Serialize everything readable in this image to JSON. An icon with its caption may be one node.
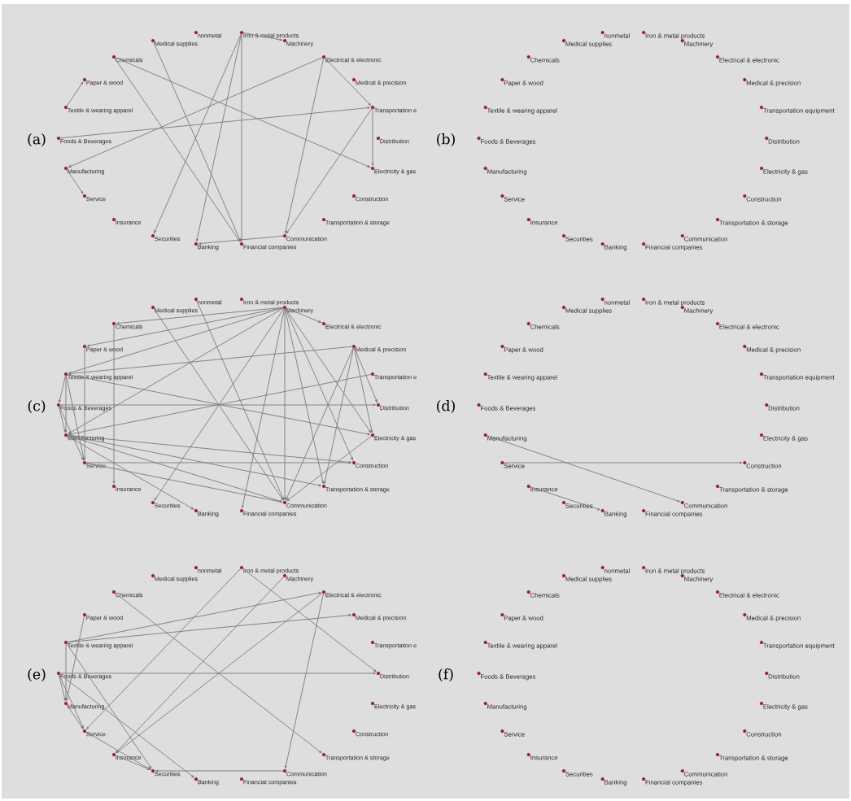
{
  "diagram": {
    "nodes": [
      {
        "text": [
          "Medical supplies"
        ]
      },
      {
        "text": [
          "nonmetal"
        ]
      },
      {
        "text": [
          "Iron & metal products"
        ]
      },
      {
        "text": [
          "Machinery"
        ]
      },
      {
        "text": [
          "Electrical & electronic"
        ]
      },
      {
        "text": [
          "Medical & precision"
        ]
      },
      {
        "text": [
          "Transportation e"
        ]
      },
      {
        "text": [
          "Distribution"
        ]
      },
      {
        "text": [
          "Electricity & gas"
        ]
      },
      {
        "text": [
          "Construction"
        ]
      },
      {
        "text": [
          "Transportation & storage"
        ]
      },
      {
        "text": [
          "Communication"
        ]
      },
      {
        "text": [
          "Financial companies"
        ]
      },
      {
        "text": [
          "Banking"
        ]
      },
      {
        "text": [
          "Securities"
        ]
      },
      {
        "text": [
          "Insurance"
        ]
      },
      {
        "text": [
          "Service"
        ]
      },
      {
        "text": [
          "Manufacturing"
        ]
      },
      {
        "text": [
          "Foods & Beverages"
        ]
      },
      {
        "text": [
          "Textile & wearing apparel"
        ]
      },
      {
        "text": [
          "Paper & wood"
        ]
      },
      {
        "text": [
          "Chemicals"
        ]
      },
      {
        "text": [
          "Medical supplies"
        ]
      },
      {
        "text": [
          "nonmetal"
        ]
      },
      {
        "text": [
          "Iron & metal products"
        ]
      },
      {
        "text": [
          "Machinery"
        ]
      },
      {
        "text": [
          "Electrical & electronic"
        ]
      },
      {
        "text": [
          "Medical & precision"
        ]
      },
      {
        "text": [
          "Transportation equipment"
        ]
      },
      {
        "text": [
          "Distribution"
        ]
      },
      {
        "text": [
          "Electricity & gas"
        ]
      },
      {
        "text": [
          "Construction"
        ]
      },
      {
        "text": [
          "Transportation & storage"
        ]
      },
      {
        "text": [
          "Communication"
        ]
      },
      {
        "text": [
          "Financial companies"
        ]
      },
      {
        "text": [
          "Banking"
        ]
      },
      {
        "text": [
          "Securities"
        ]
      },
      {
        "text": [
          "Insurance"
        ]
      },
      {
        "text": [
          "Service"
        ]
      },
      {
        "text": [
          "Manufacturing"
        ]
      },
      {
        "text": [
          "Foods & Beverages"
        ]
      },
      {
        "text": [
          "Textile & wearing apparel"
        ]
      },
      {
        "text": [
          "Paper & wood"
        ]
      },
      {
        "text": [
          "Chemicals"
        ]
      },
      {
        "text": [
          "Medical supplies"
        ]
      },
      {
        "text": [
          "nonmetal"
        ]
      },
      {
        "text": [
          "Iron & metal products"
        ]
      },
      {
        "text": [
          "Machinery"
        ]
      },
      {
        "text": [
          "Electrical & electronic"
        ]
      },
      {
        "text": [
          "Medical & precision"
        ]
      },
      {
        "text": [
          "Transportation e"
        ]
      },
      {
        "text": [
          "Distribution"
        ]
      },
      {
        "text": [
          "Electricity & gas"
        ]
      },
      {
        "text": [
          "Construction"
        ]
      },
      {
        "text": [
          "Transportation & storage"
        ]
      },
      {
        "text": [
          "Communication"
        ]
      },
      {
        "text": [
          "Financial companies"
        ]
      },
      {
        "text": [
          "Banking"
        ]
      },
      {
        "text": [
          "Securities"
        ]
      },
      {
        "text": [
          "Insurance"
        ]
      },
      {
        "text": [
          "Service"
        ]
      },
      {
        "text": [
          "Manufacturing"
        ]
      },
      {
        "text": [
          "Foods & Beverages"
        ]
      },
      {
        "text": [
          "Textile & wearing apparel"
        ]
      },
      {
        "text": [
          "Paper & wood"
        ]
      },
      {
        "text": [
          "Chemicals"
        ]
      },
      {
        "text": [
          "Medical supplies"
        ]
      },
      {
        "text": [
          "nonmetal"
        ]
      },
      {
        "text": [
          "Iron & metal products"
        ]
      },
      {
        "text": [
          "Machinery"
        ]
      },
      {
        "text": [
          "Electrical & electronic"
        ]
      },
      {
        "text": [
          "Medical & precision"
        ]
      },
      {
        "text": [
          "Transportation equipment"
        ]
      },
      {
        "text": [
          "Distribution"
        ]
      },
      {
        "text": [
          "Electricity & gas"
        ]
      },
      {
        "text": [
          "Construction"
        ]
      },
      {
        "text": [
          "Transportation & storage"
        ]
      },
      {
        "text": [
          "Communication"
        ]
      },
      {
        "text": [
          "Financial companies"
        ]
      },
      {
        "text": [
          "Banking"
        ]
      },
      {
        "text": [
          "Securities"
        ]
      },
      {
        "text": [
          "Insurance"
        ]
      },
      {
        "text": [
          "Service"
        ]
      },
      {
        "text": [
          "Manufacturing"
        ]
      },
      {
        "text": [
          "Foods & Beverages"
        ]
      },
      {
        "text": [
          "Textile & wearing apparel"
        ]
      },
      {
        "text": [
          "Paper & wood"
        ]
      },
      {
        "text": [
          "Chemicals"
        ]
      },
      {
        "text": [
          "Medical supplies"
        ]
      },
      {
        "text": [
          "nonmetal"
        ]
      },
      {
        "text": [
          "Iron & metal products"
        ]
      },
      {
        "text": [
          "Machinery"
        ]
      },
      {
        "text": [
          "Electrical & electronic"
        ]
      },
      {
        "text": [
          "Medical & precision"
        ]
      },
      {
        "text": [
          "Transportation e"
        ]
      },
      {
        "text": [
          "Distribution"
        ]
      },
      {
        "text": [
          "Electricity & gas"
        ]
      },
      {
        "text": [
          "Construction"
        ]
      },
      {
        "text": [
          "Transportation & storage"
        ]
      },
      {
        "text": [
          "Communication"
        ]
      },
      {
        "text": [
          "Financial companies"
        ]
      },
      {
        "text": [
          "Banking"
        ]
      },
      {
        "text": [
          "Securities"
        ]
      },
      {
        "text": [
          "Insurance"
        ]
      },
      {
        "text": [
          "Service"
        ]
      },
      {
        "text": [
          "Manufacturing"
        ]
      },
      {
        "text": [
          "Foods & Beverages"
        ]
      },
      {
        "text": [
          "Textile & wearing apparel"
        ]
      },
      {
        "text": [
          "Paper & wood"
        ]
      },
      {
        "text": [
          "Chemicals"
        ]
      },
      {
        "text": [
          "Medical supplies"
        ]
      },
      {
        "text": [
          "nonmetal"
        ]
      },
      {
        "text": [
          "Iron & metal products"
        ]
      },
      {
        "text": [
          "Machinery"
        ]
      },
      {
        "text": [
          "Electrical & electronic"
        ]
      },
      {
        "text": [
          "Medical & precision"
        ]
      },
      {
        "text": [
          "Transportation equipment"
        ]
      },
      {
        "text": [
          "Distribution"
        ]
      },
      {
        "text": [
          "Electricity & gas"
        ]
      },
      {
        "text": [
          "Construction"
        ]
      },
      {
        "text": [
          "Transportation & storage"
        ]
      },
      {
        "text": [
          "Communication"
        ]
      },
      {
        "text": [
          "Financial companies"
        ]
      },
      {
        "text": [
          "Banking"
        ]
      },
      {
        "text": [
          "Securities"
        ]
      },
      {
        "text": [
          "Insurance"
        ]
      },
      {
        "text": [
          "Service"
        ]
      },
      {
        "text": [
          "Manufacturing"
        ]
      },
      {
        "text": [
          "Foods & Beverages"
        ]
      },
      {
        "text": [
          "Textile & wearing apparel"
        ]
      },
      {
        "text": [
          "Paper & wood"
        ]
      },
      {
        "text": [
          "Chemicals"
        ]
      }
    ],
    "edges": [
      {
        "from": 19,
        "to": 20,
        "arrow": "to"
      },
      {
        "from": 21,
        "to": 12,
        "arrow": "to"
      },
      {
        "from": 21,
        "to": 8,
        "arrow": "to"
      },
      {
        "from": 0,
        "to": 12,
        "arrow": "to"
      },
      {
        "from": 2,
        "to": 3,
        "arrow": "to"
      },
      {
        "from": 2,
        "to": 14,
        "arrow": "to"
      },
      {
        "from": 2,
        "to": 13,
        "arrow": "to"
      },
      {
        "from": 2,
        "to": 12,
        "arrow": "to"
      },
      {
        "from": 11,
        "to": 13,
        "arrow": "to"
      },
      {
        "from": 4,
        "to": 17,
        "arrow": "to"
      },
      {
        "from": 18,
        "to": 6,
        "arrow": "to"
      },
      {
        "from": 4,
        "to": 6,
        "arrow": "to"
      },
      {
        "from": 4,
        "to": 11,
        "arrow": "to"
      },
      {
        "from": 6,
        "to": 11,
        "arrow": "to"
      },
      {
        "from": 6,
        "to": 8,
        "arrow": "to"
      },
      {
        "from": 17,
        "to": 16,
        "arrow": "to"
      },
      {
        "from": 47,
        "to": 65,
        "arrow": "to"
      },
      {
        "from": 47,
        "to": 64,
        "arrow": "to"
      },
      {
        "from": 47,
        "to": 63,
        "arrow": "to"
      },
      {
        "from": 47,
        "to": 61,
        "arrow": "to"
      },
      {
        "from": 47,
        "to": 58,
        "arrow": "to"
      },
      {
        "from": 47,
        "to": 56,
        "arrow": "to"
      },
      {
        "from": 47,
        "to": 55,
        "arrow": "to"
      },
      {
        "from": 47,
        "to": 54,
        "arrow": "to"
      },
      {
        "from": 47,
        "to": 53,
        "arrow": "to"
      },
      {
        "from": 47,
        "to": 52,
        "arrow": "to"
      },
      {
        "from": 47,
        "to": 48,
        "arrow": "to"
      },
      {
        "from": 44,
        "to": 55,
        "arrow": "to"
      },
      {
        "from": 45,
        "to": 55,
        "arrow": "to"
      },
      {
        "from": 49,
        "to": 63,
        "arrow": "to"
      },
      {
        "from": 49,
        "to": 51,
        "arrow": "to"
      },
      {
        "from": 49,
        "to": 52,
        "arrow": "to"
      },
      {
        "from": 49,
        "to": 55,
        "arrow": "to"
      },
      {
        "from": 49,
        "to": 54,
        "arrow": "to"
      },
      {
        "from": 50,
        "to": 61,
        "arrow": "to"
      },
      {
        "from": 62,
        "to": 51,
        "arrow": "to"
      },
      {
        "from": 63,
        "to": 52,
        "arrow": "to"
      },
      {
        "from": 63,
        "to": 62,
        "arrow": "to"
      },
      {
        "from": 63,
        "to": 61,
        "arrow": "to"
      },
      {
        "from": 63,
        "to": 60,
        "arrow": "to"
      },
      {
        "from": 61,
        "to": 53,
        "arrow": "to"
      },
      {
        "from": 61,
        "to": 55,
        "arrow": "to"
      },
      {
        "from": 61,
        "to": 54,
        "arrow": "to"
      },
      {
        "from": 61,
        "to": 57,
        "arrow": "to"
      },
      {
        "from": 60,
        "to": 53,
        "arrow": "to"
      },
      {
        "from": 60,
        "to": 55,
        "arrow": "to"
      },
      {
        "from": 64,
        "to": 60,
        "arrow": "to"
      },
      {
        "from": 65,
        "to": 59,
        "arrow": "to"
      },
      {
        "from": 52,
        "to": 55,
        "arrow": "to"
      },
      {
        "from": 62,
        "to": 61,
        "arrow": "to"
      },
      {
        "from": 62,
        "to": 60,
        "arrow": "to"
      },
      {
        "from": 83,
        "to": 77,
        "arrow": "to"
      },
      {
        "from": 82,
        "to": 75,
        "arrow": "to"
      },
      {
        "from": 81,
        "to": 79,
        "arrow": "to"
      },
      {
        "from": 108,
        "to": 105,
        "arrow": "to"
      },
      {
        "from": 107,
        "to": 92,
        "arrow": "to"
      },
      {
        "from": 107,
        "to": 93,
        "arrow": "to"
      },
      {
        "from": 107,
        "to": 105,
        "arrow": "to"
      },
      {
        "from": 107,
        "to": 102,
        "arrow": "to"
      },
      {
        "from": 106,
        "to": 95,
        "arrow": "to"
      },
      {
        "from": 106,
        "to": 105,
        "arrow": "to"
      },
      {
        "from": 106,
        "to": 104,
        "arrow": "to"
      },
      {
        "from": 106,
        "to": 101,
        "arrow": "to"
      },
      {
        "from": 90,
        "to": 104,
        "arrow": "to"
      },
      {
        "from": 90,
        "to": 95,
        "arrow": "to"
      },
      {
        "from": 91,
        "to": 103,
        "arrow": "to"
      },
      {
        "from": 92,
        "to": 103,
        "arrow": "to"
      },
      {
        "from": 92,
        "to": 99,
        "arrow": "to"
      },
      {
        "from": 109,
        "to": 98,
        "arrow": "to"
      },
      {
        "from": 99,
        "to": 102,
        "arrow": "to"
      },
      {
        "from": 103,
        "to": 102,
        "arrow": "to"
      },
      {
        "from": 104,
        "to": 102,
        "arrow": "to"
      },
      {
        "from": 105,
        "to": 104,
        "arrow": "to"
      }
    ],
    "labels": [
      "(a)",
      "(b)",
      "(c)",
      "(d)",
      "(e)",
      "(f)"
    ]
  }
}
